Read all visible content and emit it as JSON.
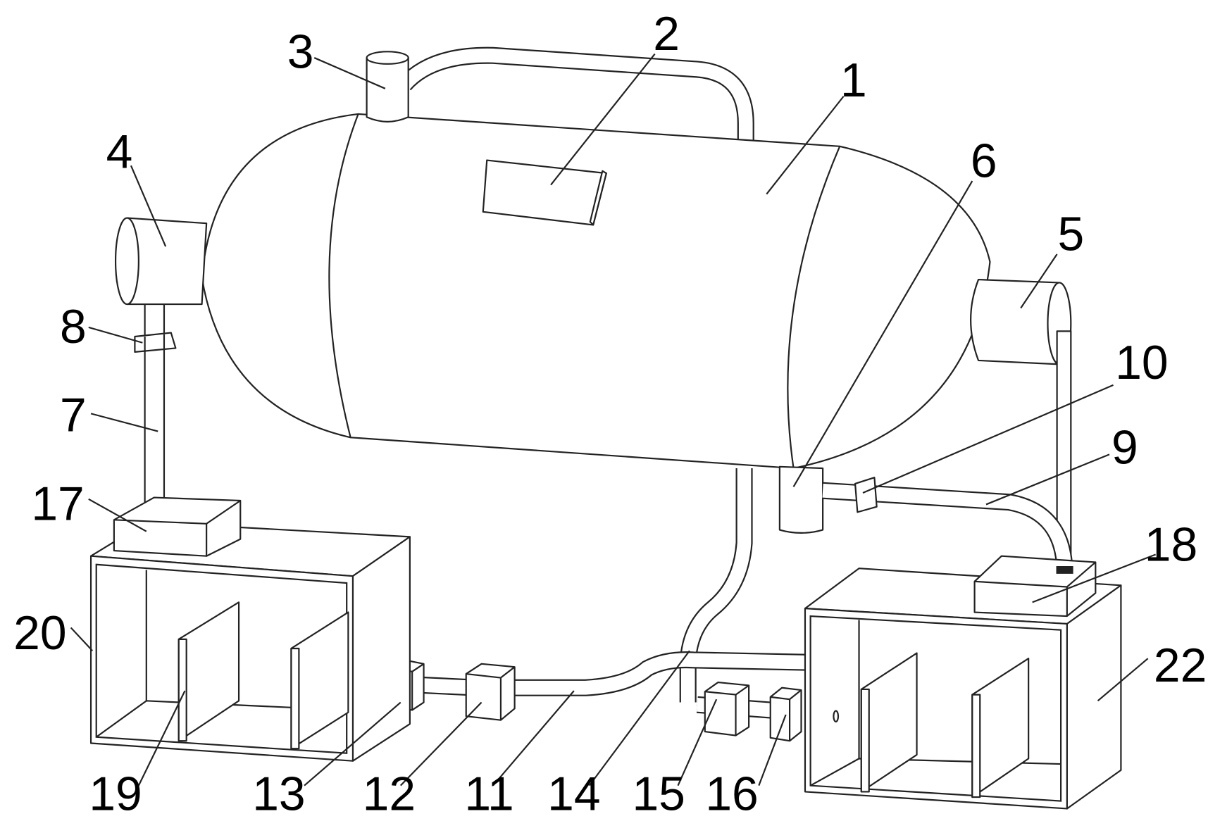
{
  "figure": {
    "labels": {
      "l1": "1",
      "l2": "2",
      "l3": "3",
      "l4": "4",
      "l5": "5",
      "l6": "6",
      "l7": "7",
      "l8": "8",
      "l9": "9",
      "l10": "10",
      "l11": "11",
      "l12": "12",
      "l13": "13",
      "l14": "14",
      "l15": "15",
      "l16": "16",
      "l17": "17",
      "l18": "18",
      "l19": "19",
      "l20": "20",
      "l22": "22"
    }
  }
}
